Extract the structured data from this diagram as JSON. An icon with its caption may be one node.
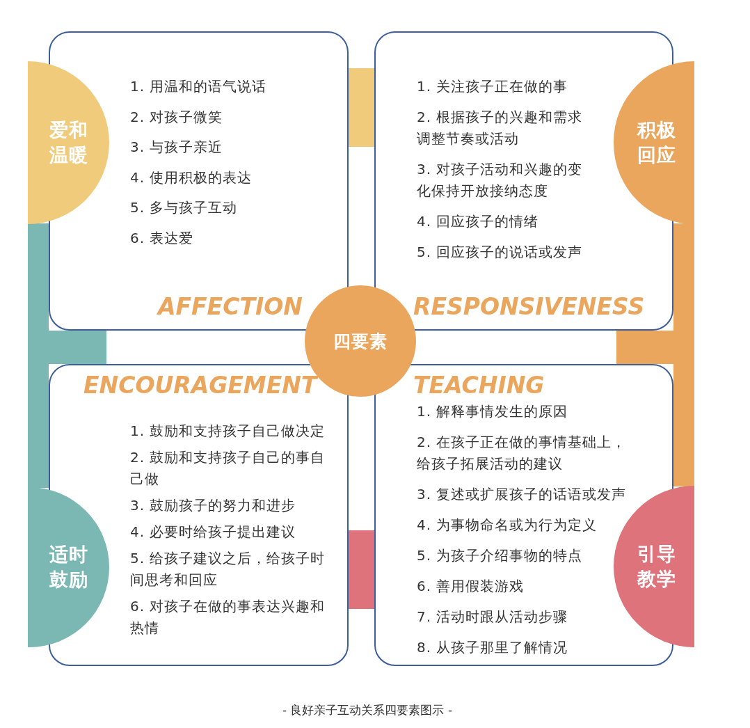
{
  "diagram": {
    "caption": "- 良好亲子互动关系四要素图示 -",
    "nodes": [
      {
        "text": [
          "爱和温暖"
        ]
      },
      {
        "text": [
          "1. 用温和的语气说话",
          "2. 对孩子微笑",
          "3. 与孩子亲近",
          "4. 使用积极的表达",
          "5. 多与孩子互动",
          "6. 表达爱",
          "AFFECTION"
        ]
      },
      {
        "text": [
          "积极回应"
        ]
      },
      {
        "text": [
          "1. 关注孩子正在做的事",
          "2. 根据孩子的兴趣和需求调整节奏或活动",
          "3. 对孩子活动和兴趣的变化保持开放接纳态度",
          "4. 回应孩子的情绪",
          "5. 回应孩子的说话或发声",
          "RESPONSIVENESS"
        ]
      },
      {
        "text": [
          "四要素"
        ]
      },
      {
        "text": [
          "适时鼓励"
        ]
      },
      {
        "text": [
          "ENCOURAGEMENT",
          "1. 鼓励和支持孩子自己做决定",
          "2. 鼓励和支持孩子自己的事自己做",
          "3. 鼓励孩子的努力和进步",
          "4. 必要时给孩子提出建议",
          "5. 给孩子建议之后，给孩子时间思考和回应",
          "6. 对孩子在做的事表达兴趣和热情"
        ]
      },
      {
        "text": [
          "引导教学"
        ]
      },
      {
        "text": [
          "TEACHING",
          "1. 解释事情发生的原因",
          "2. 在孩子正在做的事情基础上，给孩子拓展活动的建议",
          "3. 复述或扩展孩子的话语或发声",
          "4. 为事物命名或为行为定义",
          "5. 为孩子介绍事物的特点",
          "6. 善用假装游戏",
          "7. 活动时跟从活动步骤",
          "8. 从孩子那里了解情况"
        ]
      },
      {
        "text": [],
        "shape": "bar"
      },
      {
        "text": [],
        "shape": "bar"
      },
      {
        "text": [],
        "shape": "bar"
      },
      {
        "text": [],
        "shape": "bar"
      },
      {
        "text": [],
        "shape": "bar"
      },
      {
        "text": [],
        "shape": "bar"
      }
    ]
  }
}
